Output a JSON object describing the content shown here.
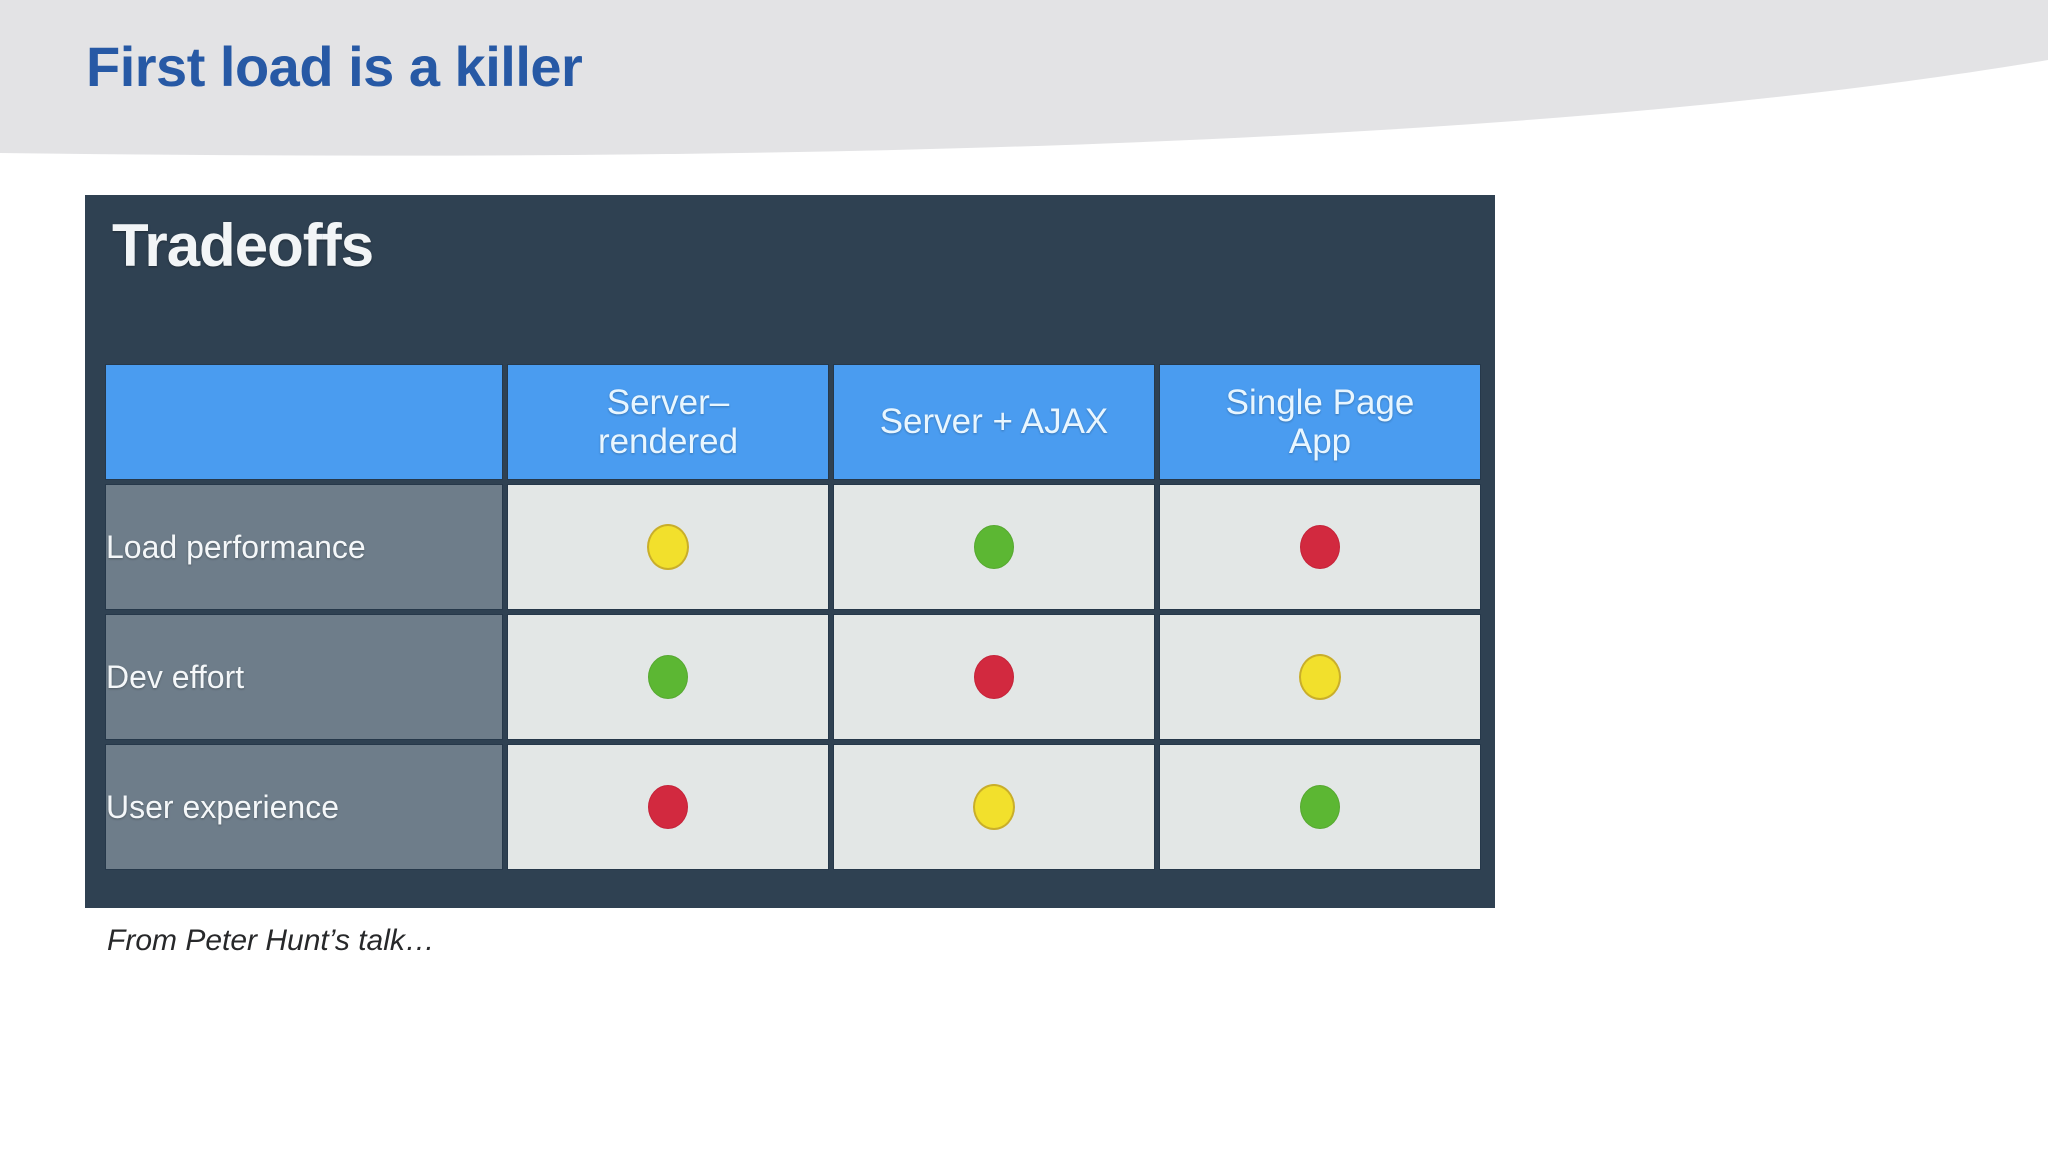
{
  "slide": {
    "title": "First load is a killer",
    "title_color": "#2759a5",
    "header_bg_color": "#e3e3e5",
    "background_color": "#ffffff"
  },
  "figure": {
    "title": "Tradeoffs",
    "background_color": "#2f4152",
    "caption": "From Peter Hunt’s talk…",
    "header_cell_color": "#4a9cf0",
    "row_label_color": "#6e7d8a",
    "data_cell_color": "#e3e7e6",
    "status_colors": {
      "green": "#5cb733",
      "yellow": "#f2e02c",
      "red": "#d2293f"
    },
    "table": {
      "corner_label": "",
      "columns": [
        {
          "label": "Server–\nrendered",
          "line1": "Server–",
          "line2": "rendered"
        },
        {
          "label": "Server + AJAX",
          "line1": "Server + AJAX",
          "line2": ""
        },
        {
          "label": "Single Page App",
          "line1": "Single Page",
          "line2": "App"
        }
      ],
      "rows": [
        {
          "label": "Load performance",
          "cells": [
            {
              "status": "yellow",
              "icon": "status-dot-yellow-icon"
            },
            {
              "status": "green",
              "icon": "status-dot-green-icon"
            },
            {
              "status": "red",
              "icon": "status-dot-red-icon"
            }
          ]
        },
        {
          "label": "Dev effort",
          "cells": [
            {
              "status": "green",
              "icon": "status-dot-green-icon"
            },
            {
              "status": "red",
              "icon": "status-dot-red-icon"
            },
            {
              "status": "yellow",
              "icon": "status-dot-yellow-icon"
            }
          ]
        },
        {
          "label": "User experience",
          "cells": [
            {
              "status": "red",
              "icon": "status-dot-red-icon"
            },
            {
              "status": "yellow",
              "icon": "status-dot-yellow-icon"
            },
            {
              "status": "green",
              "icon": "status-dot-green-icon"
            }
          ]
        }
      ]
    }
  }
}
